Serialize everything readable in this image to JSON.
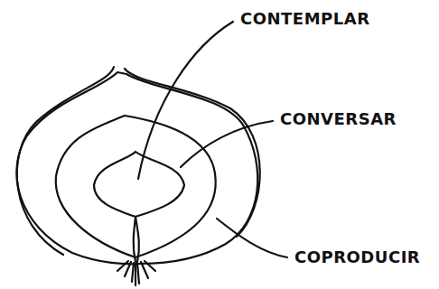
{
  "diagram": {
    "labels": [
      "CONTEMPLAR",
      "CONVERSAR",
      "COPRODUCIR"
    ]
  }
}
